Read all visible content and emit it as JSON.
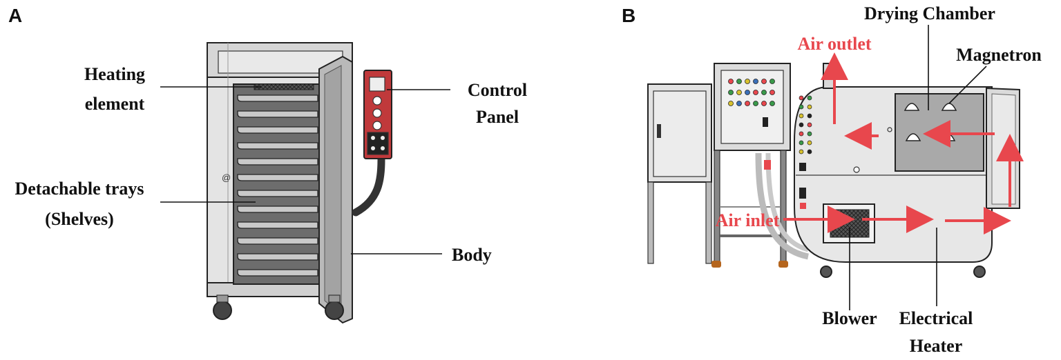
{
  "panels": {
    "a": {
      "letter": "A"
    },
    "b": {
      "letter": "B"
    }
  },
  "labels_a": {
    "heating_line1": "Heating",
    "heating_line2": "element",
    "trays_line1": "Detachable trays",
    "trays_line2": "(Shelves)",
    "control_line1": "Control",
    "control_line2": "Panel",
    "body": "Body",
    "door_mark": "@"
  },
  "labels_b": {
    "drying_chamber": "Drying Chamber",
    "magnetron": "Magnetron",
    "air_outlet": "Air outlet",
    "air_inlet": "Air inlet",
    "blower": "Blower",
    "heater_line1": "Electrical",
    "heater_line2": "Heater"
  },
  "colors": {
    "accent_red": "#e8474d",
    "control_red": "#c0393b",
    "metal_light": "#e6e6e6",
    "metal_mid": "#cfcfcf",
    "metal_dark": "#a8a8a8",
    "outline": "#222222"
  }
}
